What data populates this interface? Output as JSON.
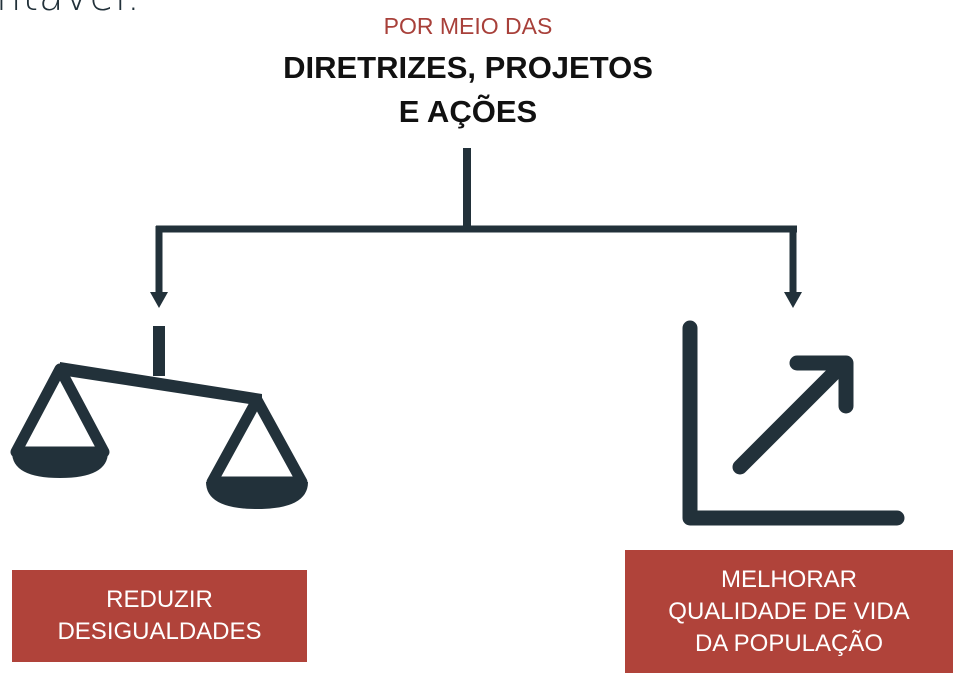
{
  "fragment": "ntavel.",
  "header": {
    "kicker": "POR MEIO DAS",
    "title_line1": "DIRETRIZES, PROJETOS",
    "title_line2": "E AÇÕES"
  },
  "left": {
    "icon": "scales-of-justice-icon",
    "label_line1": "REDUZIR",
    "label_line2": "DESIGUALDADES"
  },
  "right": {
    "icon": "growth-chart-arrow-icon",
    "label_line1": "MELHORAR",
    "label_line2": "QUALIDADE DE VIDA",
    "label_line3": "DA POPULAÇÃO"
  },
  "colors": {
    "accent": "#b0433a",
    "kicker": "#a8403a",
    "icon": "#22313a",
    "title": "#111111"
  }
}
